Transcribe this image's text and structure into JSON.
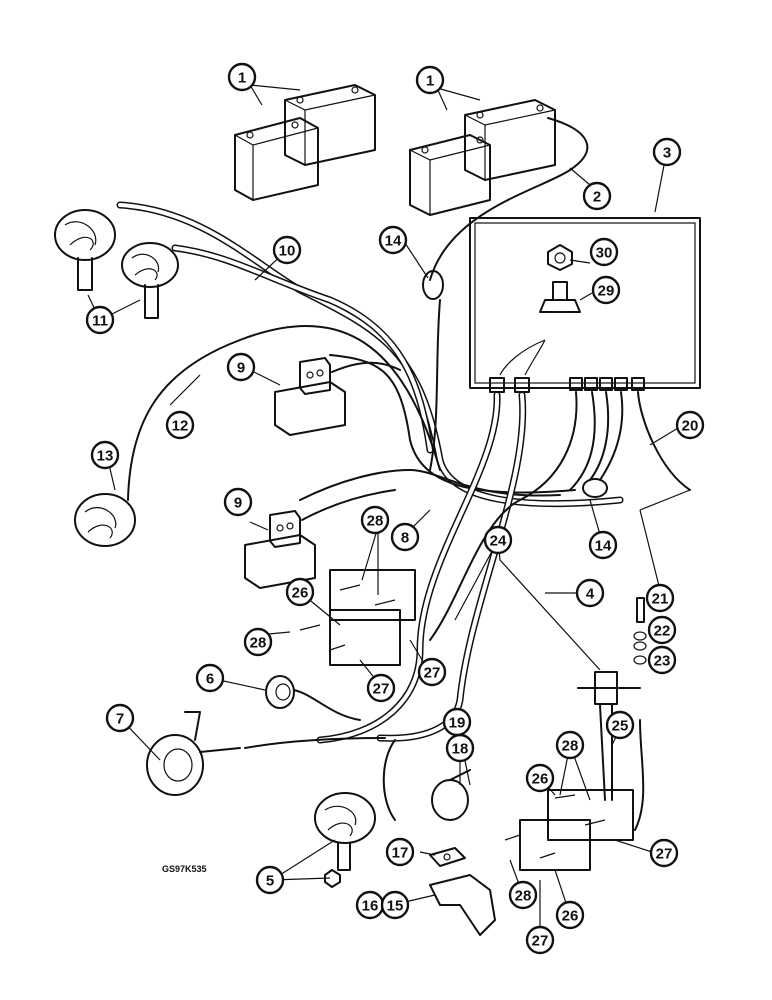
{
  "drawing_code": "GS97K535",
  "callouts": [
    {
      "id": "c1a",
      "label": "1"
    },
    {
      "id": "c1b",
      "label": "1"
    },
    {
      "id": "c2",
      "label": "2"
    },
    {
      "id": "c3",
      "label": "3"
    },
    {
      "id": "c14a",
      "label": "14"
    },
    {
      "id": "c30",
      "label": "30"
    },
    {
      "id": "c29",
      "label": "29"
    },
    {
      "id": "c10",
      "label": "10"
    },
    {
      "id": "c11",
      "label": "11"
    },
    {
      "id": "c12",
      "label": "12"
    },
    {
      "id": "c13",
      "label": "13"
    },
    {
      "id": "c9a",
      "label": "9"
    },
    {
      "id": "c9b",
      "label": "9"
    },
    {
      "id": "c8",
      "label": "8"
    },
    {
      "id": "c28a",
      "label": "28"
    },
    {
      "id": "c26a",
      "label": "26"
    },
    {
      "id": "c28b",
      "label": "28"
    },
    {
      "id": "c27a",
      "label": "27"
    },
    {
      "id": "c27b",
      "label": "27"
    },
    {
      "id": "c24",
      "label": "24"
    },
    {
      "id": "c4",
      "label": "4"
    },
    {
      "id": "c14b",
      "label": "14"
    },
    {
      "id": "c20",
      "label": "20"
    },
    {
      "id": "c21",
      "label": "21"
    },
    {
      "id": "c22",
      "label": "22"
    },
    {
      "id": "c23",
      "label": "23"
    },
    {
      "id": "c6",
      "label": "6"
    },
    {
      "id": "c7",
      "label": "7"
    },
    {
      "id": "c5",
      "label": "5"
    },
    {
      "id": "c19",
      "label": "19"
    },
    {
      "id": "c18",
      "label": "18"
    },
    {
      "id": "c17",
      "label": "17"
    },
    {
      "id": "c16",
      "label": "16"
    },
    {
      "id": "c15",
      "label": "15"
    },
    {
      "id": "c25",
      "label": "25"
    },
    {
      "id": "c28c",
      "label": "28"
    },
    {
      "id": "c26b",
      "label": "26"
    },
    {
      "id": "c27c",
      "label": "27"
    },
    {
      "id": "c28d",
      "label": "28"
    },
    {
      "id": "c26c",
      "label": "26"
    },
    {
      "id": "c27d",
      "label": "27"
    }
  ]
}
